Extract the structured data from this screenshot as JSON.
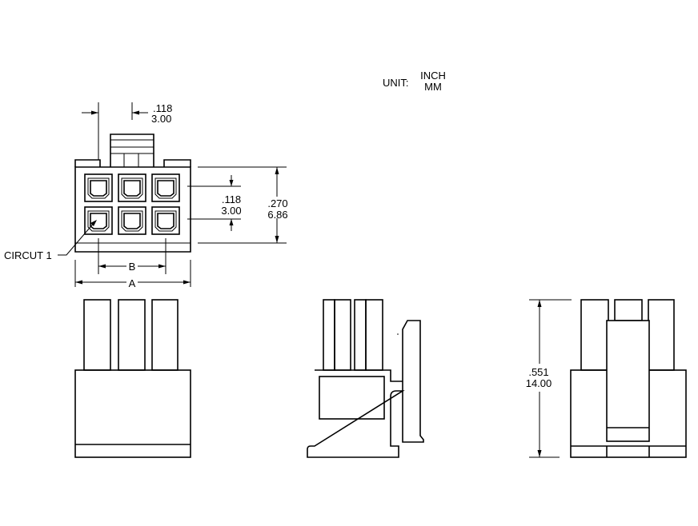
{
  "unit": {
    "label": "UNIT:",
    "inch": "INCH",
    "mm": "MM"
  },
  "front_view": {
    "latch_width": {
      "inch": ".118",
      "mm": "3.00"
    },
    "pitch": {
      "inch": ".118",
      "mm": "3.00"
    },
    "height": {
      "inch": ".270",
      "mm": "6.86"
    },
    "dim_b": "B",
    "dim_a": "A",
    "circuit_label": "CIRCUT 1"
  },
  "right_view": {
    "length": {
      "inch": ".551",
      "mm": "14.00"
    }
  },
  "colors": {
    "line": "#000000",
    "background": "#ffffff"
  }
}
